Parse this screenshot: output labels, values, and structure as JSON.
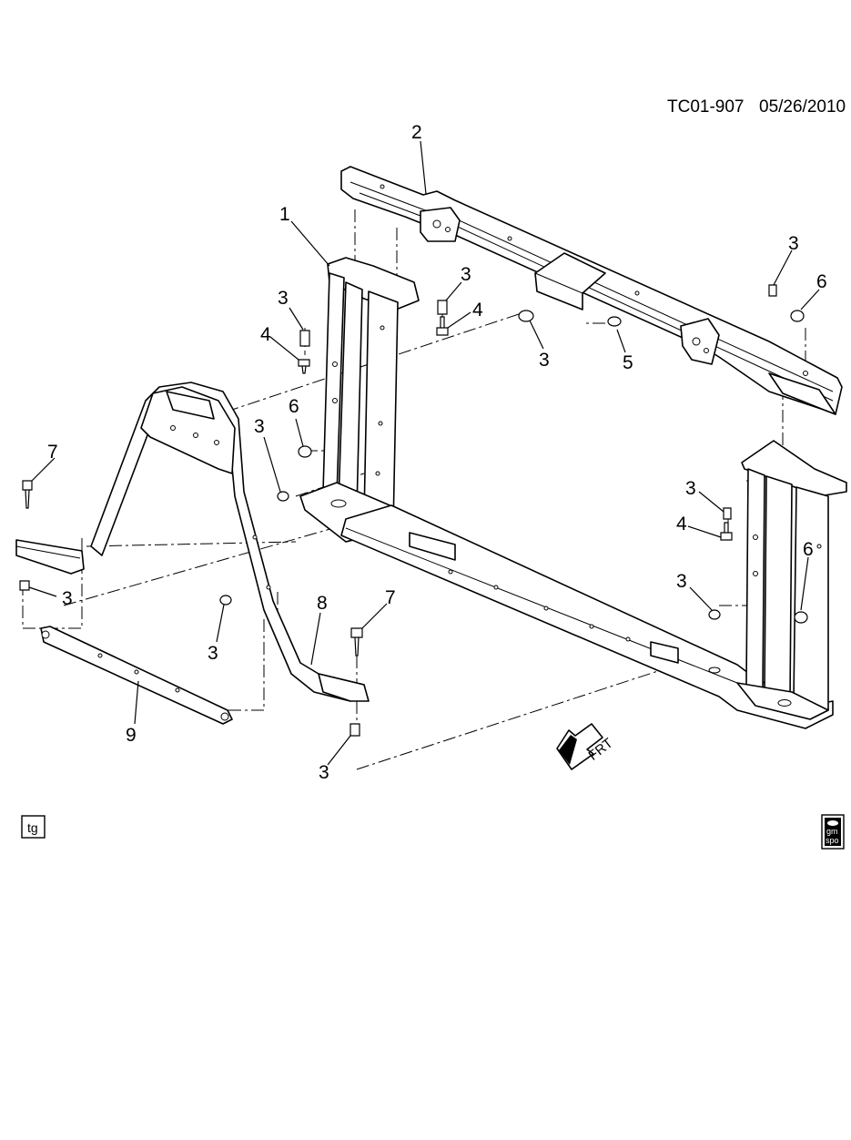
{
  "header": {
    "doc_id": "TC01-907",
    "date": "05/26/2010"
  },
  "callouts": {
    "c1": "1",
    "c2": "2",
    "c3": "3",
    "c4": "4",
    "c5": "5",
    "c6": "6",
    "c7": "7",
    "c8": "8",
    "c9": "9"
  },
  "direction_indicator": {
    "label": "FRT"
  },
  "footer": {
    "tag_box": "tg",
    "logo_top": "gm",
    "logo_bottom": "spo",
    "logo_icon": "gm-spo-logo-icon"
  }
}
